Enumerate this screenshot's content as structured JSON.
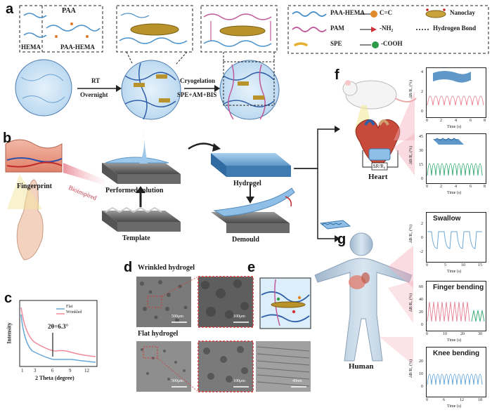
{
  "panels": {
    "a": "a",
    "b": "b",
    "c": "c",
    "d": "d",
    "e": "e",
    "f": "f",
    "g": "g"
  },
  "panel_a": {
    "label_paa": "PAA",
    "label_hema": "HEMA",
    "label_paa_hema": "PAA-HEMA",
    "arrow1_top": "RT",
    "arrow1_bottom": "Overnight",
    "arrow2_top": "Cryogelation",
    "arrow2_bottom": "SPE+AM+BIS"
  },
  "legend": {
    "paa_hema": "PAA-HEMA",
    "cc": "C=C",
    "nanoclay": "Nanoclay",
    "pam": "PAM",
    "nh2": "-NH₂",
    "hbond": "Hydrogen Bond",
    "spe": "SPE",
    "cooh": "-COOH"
  },
  "panel_b": {
    "fingerprint": "Fingerprint",
    "bioinspired": "Bioinspired",
    "performed_solution": "Performed solution",
    "template": "Template",
    "hydrogel": "Hydrogel",
    "demould": "Demould"
  },
  "panel_c": {
    "ylabel": "Intensity",
    "xlabel": "2 Theta (degree)",
    "annotation": "2θ=6.3°",
    "legend_flat": "Flat",
    "legend_wrinkled": "Wrinkled",
    "ticks": [
      "1",
      "3",
      "6",
      "9",
      "12"
    ]
  },
  "panel_d": {
    "wrinkled_title": "Wrinkled hydrogel",
    "flat_title": "Flat hydrogel",
    "scale1": "500μm",
    "scale2": "100μm",
    "scale3": "500μm",
    "scale4": "100μm",
    "scale5": "40nm"
  },
  "panel_f": {
    "heart_label": "Heart",
    "delta_label": "ΔR/R₀",
    "plot1": {
      "ylabel": "ΔR/R₀ (%)",
      "xlabel": "Time (s)",
      "yticks": [
        "4",
        "2",
        "0"
      ],
      "xticks": [
        "0",
        "2",
        "4",
        "6",
        "8"
      ]
    },
    "plot2": {
      "ylabel": "ΔR/R₀ (%)",
      "xlabel": "Time (s)",
      "yticks": [
        "45",
        "30",
        "15",
        "0"
      ],
      "xticks": [
        "0",
        "2",
        "4",
        "6",
        "8"
      ]
    }
  },
  "panel_g": {
    "human_label": "Human",
    "plot_swallow": {
      "title": "Swallow",
      "ylabel": "ΔR/R₀ (%)",
      "xlabel": "Time (s)",
      "yticks": [
        "2",
        "0",
        "-2"
      ],
      "xticks": [
        "0",
        "5",
        "10",
        "15"
      ]
    },
    "plot_finger": {
      "title": "Finger bending",
      "ylabel": "ΔR/R₀ (%)",
      "xlabel": "Time (s)",
      "yticks": [
        "60",
        "40",
        "20",
        "0"
      ],
      "xticks": [
        "0",
        "10",
        "20",
        "30"
      ]
    },
    "plot_knee": {
      "title": "Knee bending",
      "ylabel": "ΔR/R₀ (%)",
      "xlabel": "Time (s)",
      "yticks": [
        "20",
        "10",
        "0"
      ],
      "xticks": [
        "0",
        "6",
        "12",
        "18"
      ]
    }
  },
  "colors": {
    "pink_signal": "#e88a9a",
    "green_signal": "#3fae7a",
    "blue_signal": "#6aa8d8",
    "hydrogel_blue": "#8fbfe6",
    "network_blue": "#2f5fa8",
    "pam_pink": "#c05a9a",
    "nanoclay_gold": "#b8922a"
  }
}
